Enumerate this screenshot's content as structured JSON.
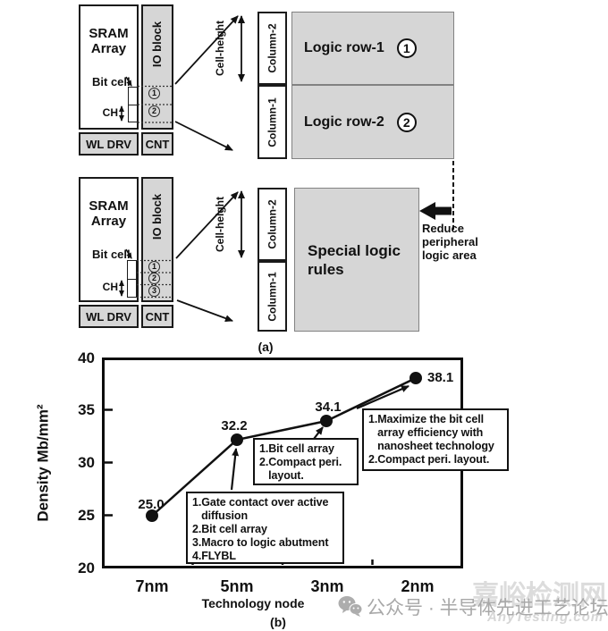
{
  "panel_a": {
    "label": "(a)",
    "sram_top": {
      "array_label": "SRAM\nArray",
      "io_label": "IO block",
      "bit_cell_label": "Bit cell",
      "ch_label": "CH",
      "wl_drv_label": "WL DRV",
      "cnt_label": "CNT",
      "slots": [
        "1",
        "2"
      ]
    },
    "sram_bottom": {
      "array_label": "SRAM\nArray",
      "io_label": "IO block",
      "bit_cell_label": "Bit cell",
      "ch_label": "CH",
      "wl_drv_label": "WL DRV",
      "cnt_label": "CNT",
      "slots": [
        "1",
        "2",
        "3"
      ]
    },
    "cell_height_label": "Cell-height",
    "column2_label": "Column-2",
    "column1_label": "Column-1",
    "logic_rows": [
      {
        "label": "Logic row-1",
        "num": "1"
      },
      {
        "label": "Logic row-2",
        "num": "2"
      }
    ],
    "special_rules_label": "Special logic\nrules",
    "reduce_note": "Reduce\nperipheral\nlogic area"
  },
  "chart_data": {
    "type": "line",
    "categories": [
      "7nm",
      "5nm",
      "3nm",
      "2nm"
    ],
    "values": [
      25.0,
      32.2,
      34.1,
      38.1
    ],
    "point_labels": [
      "25.0",
      "32.2",
      "34.1",
      "38.1"
    ],
    "xlabel": "Technology node",
    "ylabel": "Density Mb/mm²",
    "ylim": [
      20,
      40
    ],
    "yticks": [
      "40",
      "35",
      "30",
      "25",
      "20"
    ],
    "grid": false,
    "legend": false,
    "line_color": "#111111",
    "marker": "filled-circle",
    "panel_label": "(b)",
    "annotations": [
      {
        "anchor": "5nm",
        "lines": [
          "1.Gate contact over active",
          "   diffusion",
          "2.Bit cell array",
          "3.Macro to logic abutment",
          "4.FLYBL"
        ]
      },
      {
        "anchor": "3nm",
        "lines": [
          "1.Bit cell array",
          "2.Compact peri.",
          "   layout."
        ]
      },
      {
        "anchor": "2nm",
        "lines": [
          "1.Maximize the bit cell",
          "   array efficiency with",
          "   nanosheet technology",
          "2.Compact peri. layout."
        ]
      }
    ]
  },
  "watermark": {
    "wechat_caption": "公众号 · 半导体先进工艺论坛",
    "site_name": "嘉峪检测网",
    "site_domain": "AnyTesting.com"
  },
  "colors": {
    "block_gray": "#d6d6d6",
    "ink": "#111111",
    "site_watermark_gray": "#dcdcdc",
    "caption_gray": "#a8a8a8"
  }
}
